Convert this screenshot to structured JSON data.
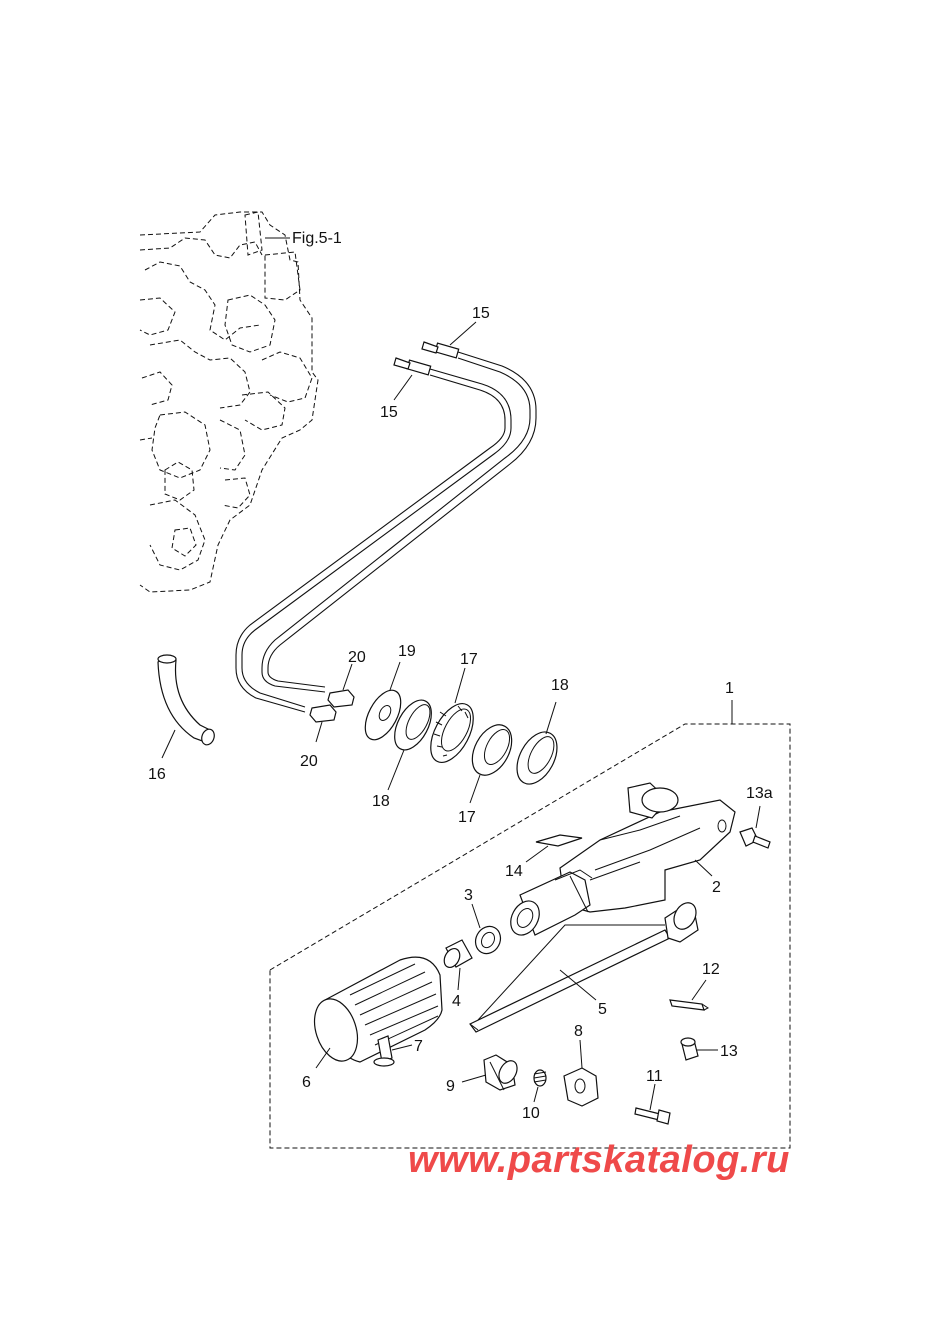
{
  "figure_ref": "Fig.5-1",
  "watermark": "www.partskatalog.ru",
  "callouts": {
    "c1": "1",
    "c2": "2",
    "c3": "3",
    "c4": "4",
    "c5": "5",
    "c6": "6",
    "c7": "7",
    "c8": "8",
    "c9": "9",
    "c10": "10",
    "c11": "11",
    "c12": "12",
    "c13": "13",
    "c13a": "13a",
    "c14": "14",
    "c15a": "15",
    "c15b": "15",
    "c16": "16",
    "c17a": "17",
    "c17b": "17",
    "c18a": "18",
    "c18b": "18",
    "c19": "19",
    "c20a": "20",
    "c20b": "20"
  }
}
